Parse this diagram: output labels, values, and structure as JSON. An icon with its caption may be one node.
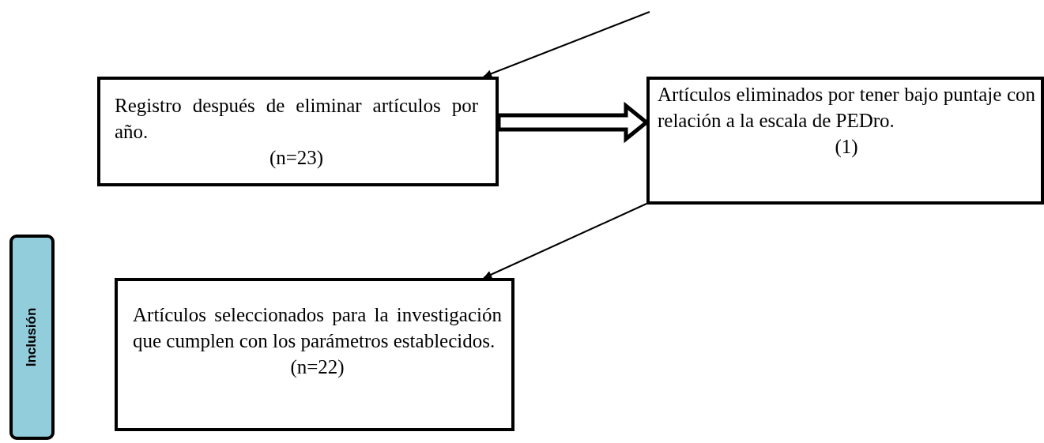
{
  "diagram": {
    "nodes": [
      {
        "text": [
          "Registro después de eliminar artículos por año.",
          "(n=23)"
        ]
      },
      {
        "text": [
          "Artículos eliminados por tener bajo puntaje con relación a la escala de PEDro.",
          "(1)"
        ]
      },
      {
        "text": [
          "Inclusión"
        ]
      },
      {
        "text": [
          "Artículos seleccionados para la investigación que cumplen con los parámetros establecidos.",
          "(n=22)"
        ]
      }
    ],
    "edges": [
      {
        "from": null,
        "to": 0,
        "arrow": "to"
      },
      {
        "from": 0,
        "to": 1,
        "arrow": "to",
        "style": "thick"
      },
      {
        "from": 1,
        "to": 3,
        "arrow": "to"
      }
    ]
  }
}
